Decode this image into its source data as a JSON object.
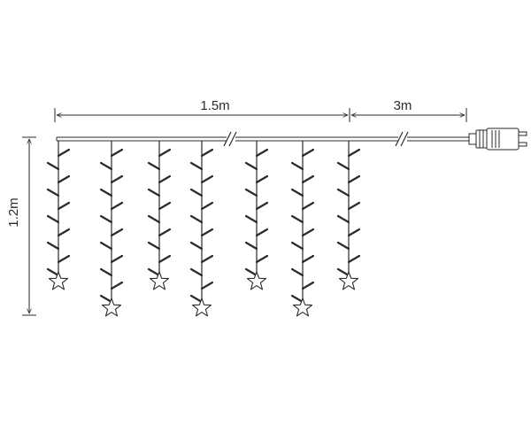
{
  "dimensions": {
    "curtain_width": "1.5m",
    "lead_length": "3m",
    "drop_height": "1.2m"
  },
  "strands": [
    {
      "leaves": 5,
      "star": true
    },
    {
      "leaves": 6,
      "star": true
    },
    {
      "leaves": 5,
      "star": true
    },
    {
      "leaves": 6,
      "star": true
    },
    {
      "leaves": 5,
      "star": true
    },
    {
      "leaves": 6,
      "star": true
    },
    {
      "leaves": 5,
      "star": true
    }
  ],
  "colors": {
    "line": "#2a2a2a",
    "background": "#ffffff"
  },
  "icons": [
    "star-icon",
    "plug-icon",
    "break-mark-icon"
  ]
}
